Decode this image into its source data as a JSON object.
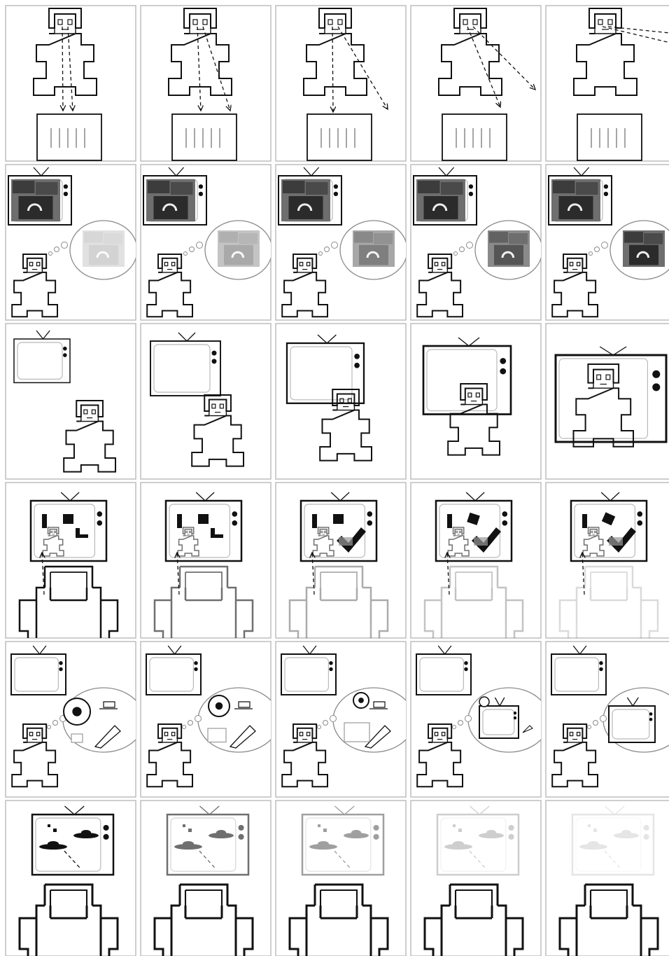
{
  "grid": {
    "rows": 6,
    "cols": 5
  },
  "colors": {
    "background": "#ffffff",
    "panel_border": "#bdbdbd",
    "line": "#111111",
    "screen_inner": "#b9b9b9",
    "bubble": "#8a8a8a",
    "photo_dark": "#3c3c3c",
    "photo_mid": "#6e6e6e"
  },
  "rows": [
    {
      "id": "row-gaze-at-box",
      "fade": [
        1,
        1,
        1,
        1,
        1
      ],
      "gaze_targets": [
        "box",
        "box-split",
        "box-and-away",
        "away-split",
        "away-far"
      ]
    },
    {
      "id": "row-tv-photo-thought",
      "thought_opacity": [
        0.2,
        0.4,
        0.6,
        0.8,
        1.0
      ]
    },
    {
      "id": "row-tv-approach",
      "tv_scale": [
        0.8,
        1.0,
        1.1,
        1.25,
        1.35
      ]
    },
    {
      "id": "row-tv-shapes",
      "body_opacity": [
        1.0,
        0.6,
        0.35,
        0.25,
        0.15
      ]
    },
    {
      "id": "row-thought-objects",
      "icons": [
        "soccer-ball-icon",
        "cup-icon",
        "pizza-icon",
        "small-tv-icon"
      ]
    },
    {
      "id": "row-tv-ufo-fade",
      "tv_opacity": [
        1.0,
        0.6,
        0.4,
        0.2,
        0.1
      ]
    }
  ]
}
